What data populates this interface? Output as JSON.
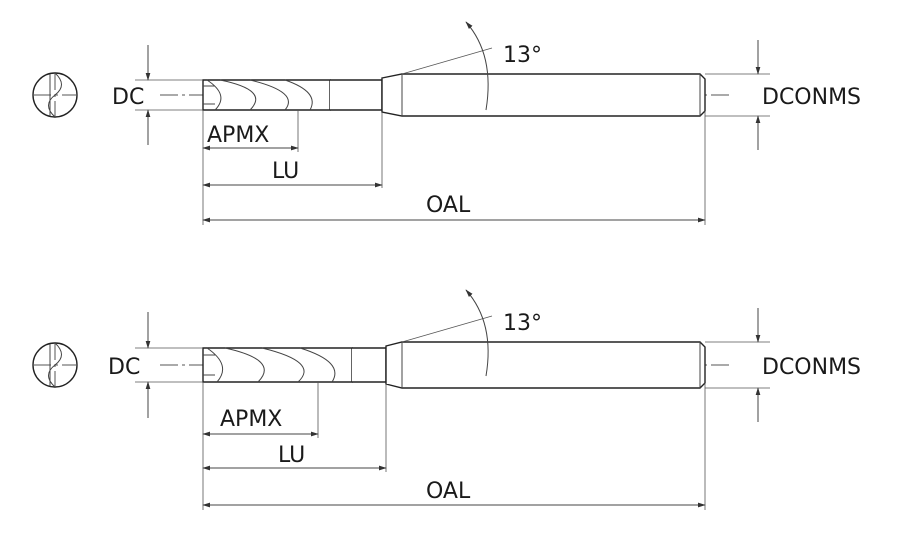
{
  "drawings": [
    {
      "id": "top",
      "angle": "13°",
      "labels": {
        "dc": "DC",
        "dconms": "DCONMS",
        "apmx": "APMX",
        "lu": "LU",
        "oal": "OAL"
      }
    },
    {
      "id": "bottom",
      "angle": "13°",
      "labels": {
        "dc": "DC",
        "dconms": "DCONMS",
        "apmx": "APMX",
        "lu": "LU",
        "oal": "OAL"
      }
    }
  ]
}
